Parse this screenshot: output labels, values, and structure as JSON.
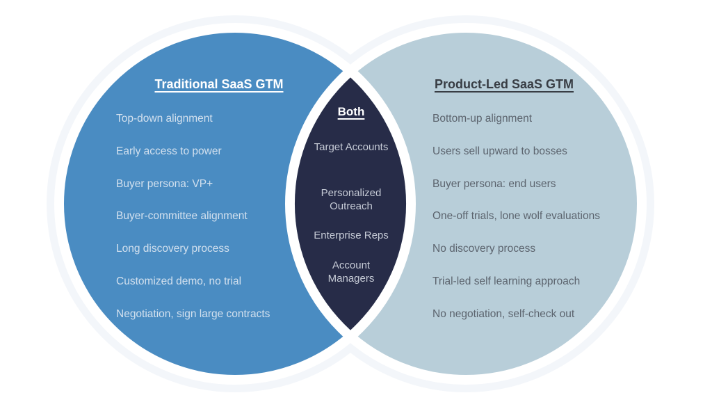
{
  "colors": {
    "left_fill": "#4a8cc2",
    "right_fill": "#b8ced9",
    "both_fill": "#272c48",
    "halo": "#f3f6fa",
    "ring": "#ffffff",
    "left_title": "#ffffff",
    "right_title": "#383d44",
    "both_title": "#ffffff",
    "left_text": "#d2e0ee",
    "right_text": "#5c646e",
    "both_text": "#c6cbd6",
    "background": "#ffffff"
  },
  "venn": {
    "left": {
      "title": "Traditional SaaS GTM",
      "items": [
        "Top-down alignment",
        "Early access to power",
        "Buyer persona: VP+",
        "Buyer-committee alignment",
        "Long discovery process",
        "Customized demo, no trial",
        "Negotiation, sign large contracts"
      ]
    },
    "both": {
      "title": "Both",
      "items": [
        "Target Accounts",
        "Personalized Outreach",
        "Enterprise Reps",
        "Account Managers"
      ]
    },
    "right": {
      "title": "Product-Led SaaS GTM",
      "items": [
        "Bottom-up alignment",
        "Users sell upward to bosses",
        "Buyer persona: end users",
        "One-off trials, lone wolf evaluations",
        "No discovery process",
        "Trial-led self learning approach",
        "No negotiation, self-check out"
      ]
    }
  }
}
